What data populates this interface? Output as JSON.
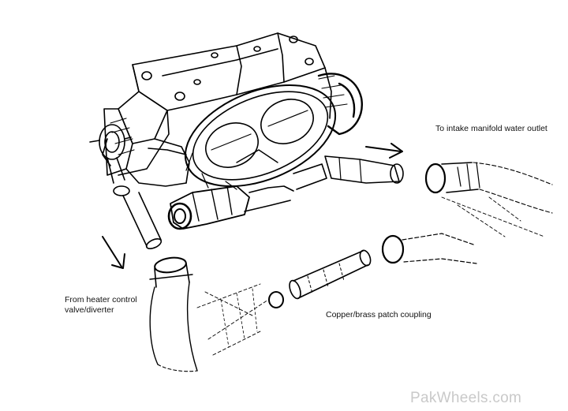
{
  "labels": {
    "intake": "To intake manifold water outlet",
    "heater_line1": "From heater control",
    "heater_line2": "valve/diverter",
    "coupling": "Copper/brass patch coupling"
  },
  "watermark": "PakWheels.com"
}
